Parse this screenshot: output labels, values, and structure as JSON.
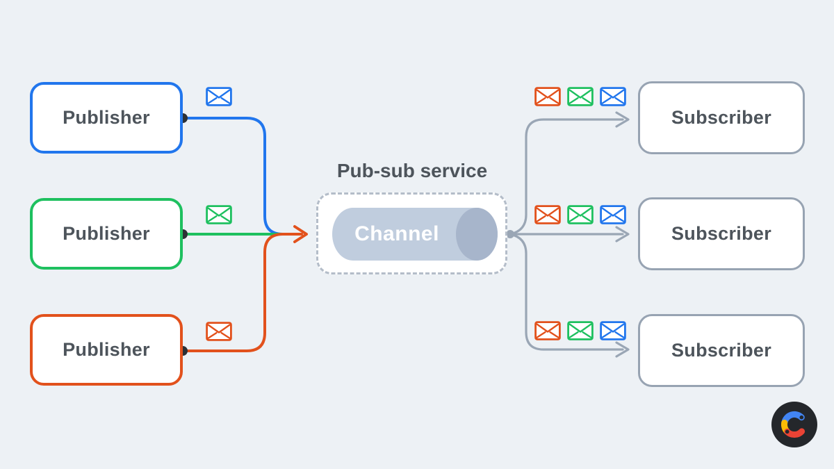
{
  "service": {
    "title": "Pub-sub service",
    "channel_label": "Channel"
  },
  "publishers": [
    {
      "label": "Publisher",
      "accent": "#2176ed",
      "message_icon": "envelope-blue-icon"
    },
    {
      "label": "Publisher",
      "accent": "#1ec05f",
      "message_icon": "envelope-green-icon"
    },
    {
      "label": "Publisher",
      "accent": "#e2511c",
      "message_icon": "envelope-orange-icon"
    }
  ],
  "subscribers": [
    {
      "label": "Subscriber",
      "message_icons": [
        "envelope-orange-icon",
        "envelope-green-icon",
        "envelope-blue-icon"
      ]
    },
    {
      "label": "Subscriber",
      "message_icons": [
        "envelope-orange-icon",
        "envelope-green-icon",
        "envelope-blue-icon"
      ]
    },
    {
      "label": "Subscriber",
      "message_icons": [
        "envelope-orange-icon",
        "envelope-green-icon",
        "envelope-blue-icon"
      ]
    }
  ],
  "colors": {
    "background": "#edf1f5",
    "blue": "#2176ed",
    "green": "#1ec05f",
    "orange": "#e2511c",
    "connector_gray": "#9aa6b5",
    "subscriber_border": "#97a3b2",
    "text": "#4d545b",
    "cylinder_body": "#c0cdde",
    "cylinder_end": "#a7b5cb",
    "dashed_border": "#b4bdc9",
    "node_dot": "#2c3036",
    "logo_blue": "#4285f4",
    "logo_yellow": "#fbbc05",
    "logo_red": "#ea4335",
    "logo_circle": "#24272b"
  }
}
